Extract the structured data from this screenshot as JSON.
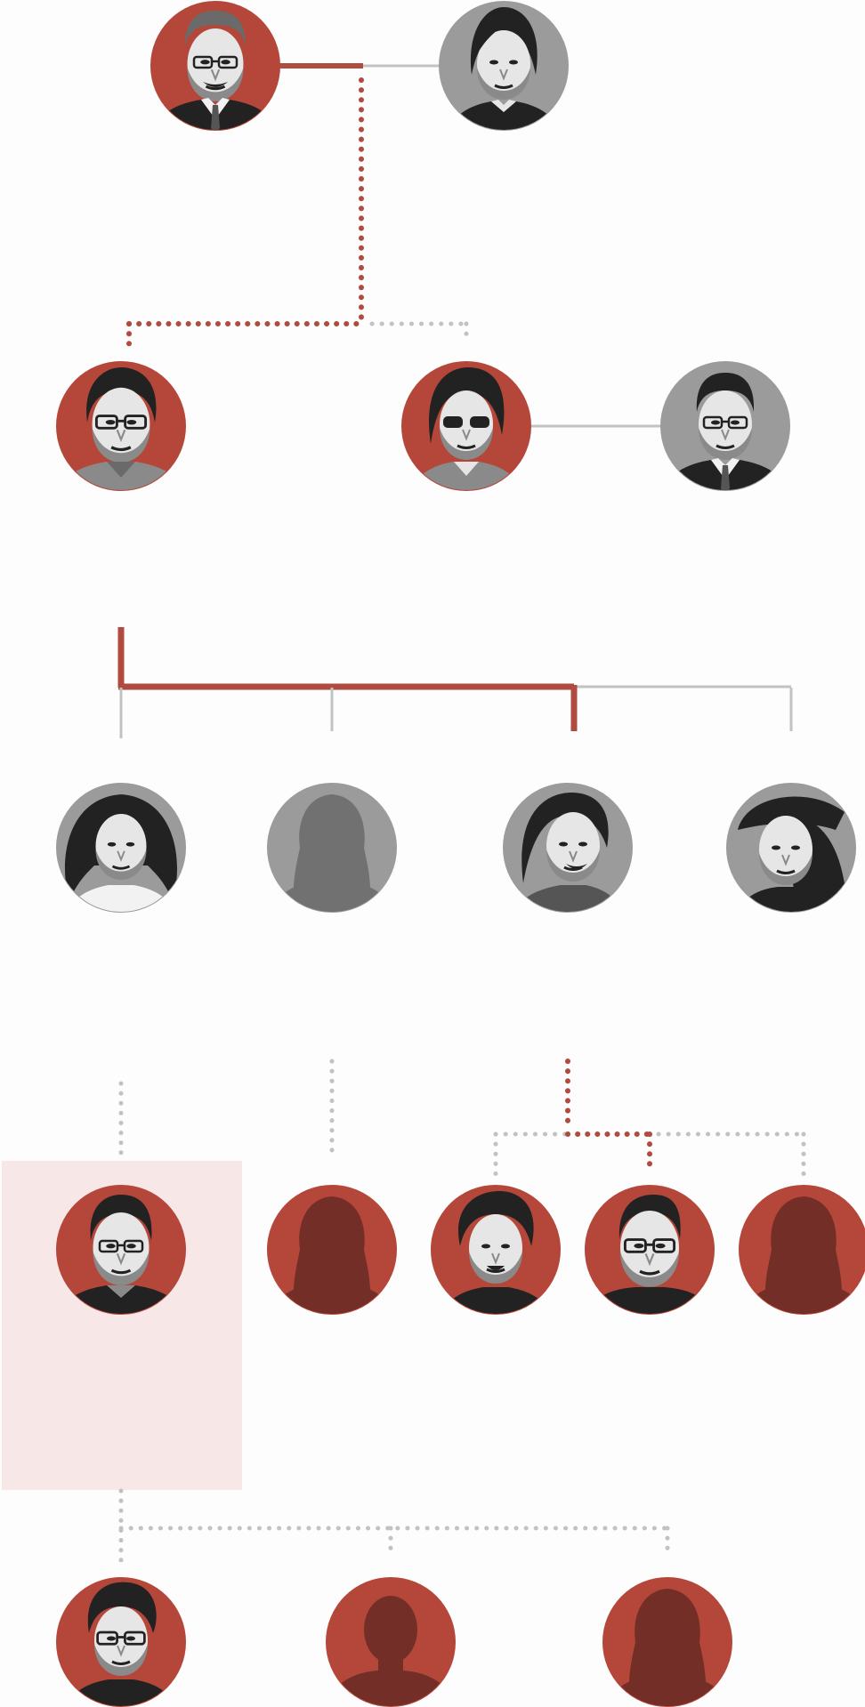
{
  "colors": {
    "bloodline": "#b5473a",
    "bloodline_line": "#b04b3f",
    "outsider": "#9b9b9b",
    "outsider_line": "#c2c2c2",
    "dark_silhouette": "#732f27",
    "grey_silhouette": "#717171",
    "skin_dark": "#222222",
    "skin_mid": "#8a8a8a",
    "skin_light": "#e6e6e6",
    "highlight_panel": "#f7e8e7"
  },
  "generations": [
    {
      "level": 1,
      "members": [
        {
          "id": "g1-founder",
          "kind": "bloodline",
          "portrait": "portrait-smiling-man-suit"
        },
        {
          "id": "g1-spouse",
          "kind": "outsider",
          "portrait": "portrait-woman-short-hair"
        }
      ]
    },
    {
      "level": 2,
      "members": [
        {
          "id": "g2-son",
          "kind": "bloodline",
          "portrait": "portrait-man-glasses-bouffant"
        },
        {
          "id": "g2-daughter",
          "kind": "bloodline",
          "portrait": "portrait-woman-sunglasses"
        },
        {
          "id": "g2-son-in-law",
          "kind": "outsider",
          "portrait": "portrait-man-glasses-suit"
        }
      ]
    },
    {
      "level": 3,
      "members": [
        {
          "id": "g3-partner-1",
          "kind": "outsider",
          "portrait": "portrait-woman-curly-hair"
        },
        {
          "id": "g3-partner-2",
          "kind": "outsider",
          "portrait": "silhouette-woman"
        },
        {
          "id": "g3-partner-3",
          "kind": "outsider",
          "portrait": "portrait-woman-smiling"
        },
        {
          "id": "g3-partner-4",
          "kind": "outsider",
          "portrait": "portrait-woman-hat"
        }
      ]
    },
    {
      "level": 4,
      "members": [
        {
          "id": "g4-eldest-son",
          "kind": "bloodline",
          "portrait": "portrait-man-short-hair",
          "highlighted": true
        },
        {
          "id": "g4-daughter-1",
          "kind": "bloodline",
          "portrait": "silhouette-woman"
        },
        {
          "id": "g4-son-2",
          "kind": "bloodline",
          "portrait": "portrait-young-man-curly-hair"
        },
        {
          "id": "g4-son-3",
          "kind": "bloodline",
          "portrait": "portrait-man-glasses-undercut"
        },
        {
          "id": "g4-daughter-2",
          "kind": "bloodline",
          "portrait": "silhouette-woman"
        }
      ]
    },
    {
      "level": 5,
      "members": [
        {
          "id": "g5-son",
          "kind": "bloodline",
          "portrait": "portrait-young-man-glasses"
        },
        {
          "id": "g5-child-2",
          "kind": "bloodline",
          "portrait": "silhouette-man"
        },
        {
          "id": "g5-child-3",
          "kind": "bloodline",
          "portrait": "silhouette-woman"
        }
      ]
    }
  ]
}
